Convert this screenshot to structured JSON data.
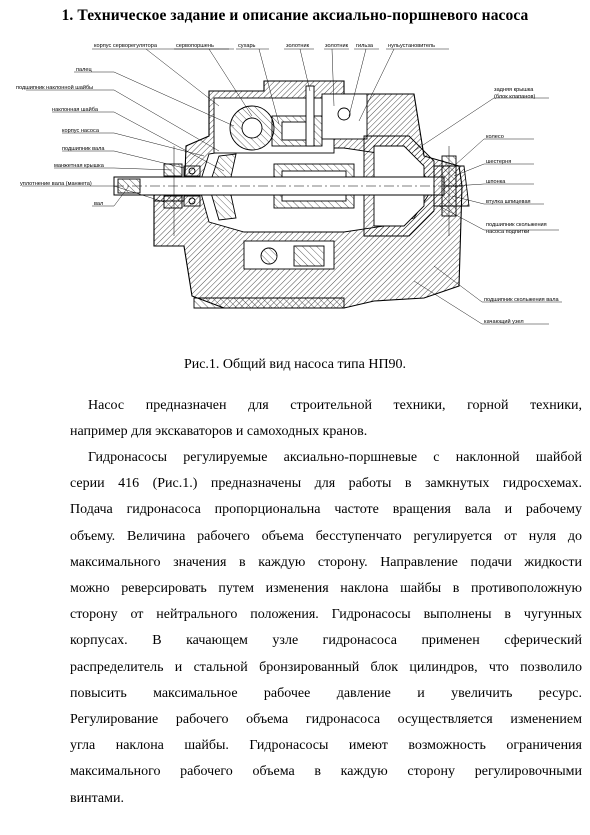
{
  "title": "1. Техническое задание и описание аксиально-поршневого насоса",
  "figure": {
    "callouts_top": [
      "корпус сервoрегулятора",
      "сервопоршень",
      "сухарь",
      "золотник",
      "золотник",
      "гильза",
      "нульустановитель"
    ],
    "callouts_left": [
      "палец",
      "подшипник наклонной шайбы",
      "наклонная шайба",
      "корпус насоса",
      "подшипник вала",
      "манжетная крышка",
      "уплотнение вала (манжета)",
      "вал"
    ],
    "callouts_right": [
      "задняя крышка (блок клапанов)",
      "колесо",
      "шестерня",
      "шпонка",
      "втулка шпицевая",
      "подшипник скольжения насоса подпитки",
      "подшипник скольжения вала",
      "качающий узел"
    ],
    "caption": "Рис.1. Общий вид насоса типа НП90."
  },
  "paragraphs": [
    {
      "lines": [
        "Насос предназначен для строительной техники, горной техники,",
        "например для экскаваторов и самоходных кранов."
      ]
    },
    {
      "lines": [
        "Гидронасосы регулируемые аксиально-поршневые с наклонной шайбой",
        "серии 416 (Рис.1.) предназначены для работы в замкнутых гидросхемах.",
        "Подача гидронасоса пропорциональна частоте вращения вала и рабочему",
        "объему. Величина рабочего объема бесступенчато регулируется от нуля до",
        "максимального значения в каждую сторону. Направление подачи жидкости",
        "можно реверсировать путем изменения наклона шайбы в противоположную",
        "сторону от нейтрального положения. Гидронасосы выполнены в чугунных",
        "корпусах. В качающем узле гидронасоса применен сферический",
        "распределитель и стальной бронзированный блок цилиндров, что позволило",
        "повысить максимальное рабочее давление и увеличить ресурс.",
        "Регулирование рабочего объема гидронасоса осуществляется изменением",
        "угла наклона шайбы. Гидронасосы имеют возможность ограничения",
        "максимального рабочего объема в каждую сторону регулировочными",
        "винтами."
      ]
    }
  ]
}
